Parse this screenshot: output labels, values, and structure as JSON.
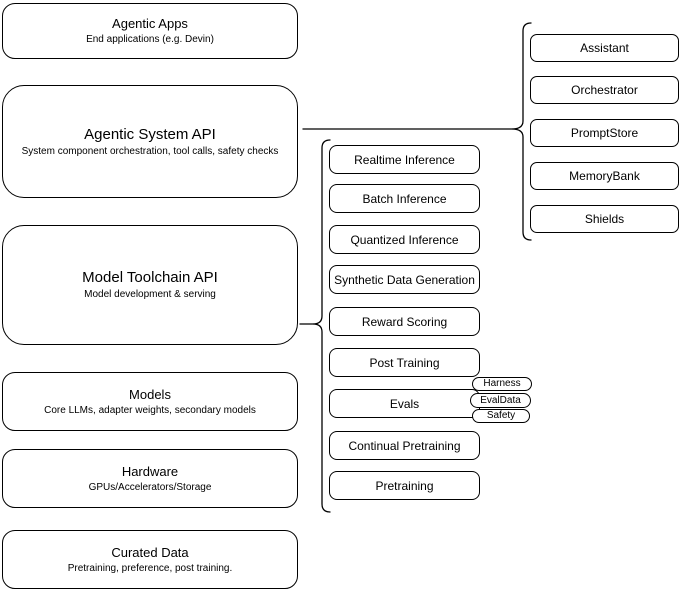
{
  "colors": {
    "background": "#ffffff",
    "node_fill": "#ffffff",
    "stroke": "#000000",
    "text": "#000000"
  },
  "stack": {
    "items": [
      {
        "title": "Agentic Apps",
        "subtitle": "End applications (e.g. Devin)"
      },
      {
        "title": "Agentic System API",
        "subtitle": "System component orchestration, tool calls, safety checks"
      },
      {
        "title": "Model Toolchain API",
        "subtitle": "Model development & serving"
      },
      {
        "title": "Models",
        "subtitle": "Core LLMs, adapter weights, secondary models"
      },
      {
        "title": "Hardware",
        "subtitle": "GPUs/Accelerators/Storage"
      },
      {
        "title": "Curated Data",
        "subtitle": "Pretraining, preference, post training."
      }
    ]
  },
  "toolchain_components": {
    "items": [
      "Realtime Inference",
      "Batch Inference",
      "Quantized Inference",
      "Synthetic Data Generation",
      "Reward Scoring",
      "Post Training",
      "Evals",
      "Continual Pretraining",
      "Pretraining"
    ]
  },
  "evals_tags": {
    "items": [
      "Harness",
      "EvalData",
      "Safety"
    ]
  },
  "system_components": {
    "items": [
      "Assistant",
      "Orchestrator",
      "PromptStore",
      "MemoryBank",
      "Shields"
    ]
  }
}
